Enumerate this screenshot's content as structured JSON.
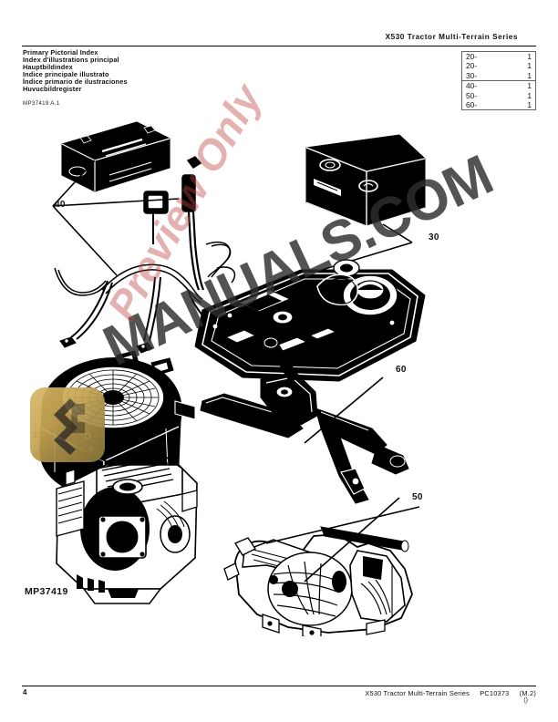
{
  "header": {
    "title": "X530 Tractor Multi-Terrain Series",
    "index_titles": [
      "Primary Pictorial Index",
      "Index d'illustrations principal",
      "Hauptbildindex",
      "Indice principale illustrato",
      "Índice primario de ilustraciones",
      "Huvucbildregister"
    ],
    "figure_code": "MP37419 A.1"
  },
  "ref_table": {
    "rows": [
      {
        "section": "20-",
        "page": "1"
      },
      {
        "section": "20-",
        "page": "1"
      },
      {
        "section": "30-",
        "page": "1"
      },
      {
        "section": "40-",
        "page": "1"
      },
      {
        "section": "50-",
        "page": "1"
      },
      {
        "section": "60-",
        "page": "1"
      }
    ],
    "divider_after_row": 3
  },
  "illustration": {
    "figure_label": "MP37419",
    "callouts": [
      {
        "id": "callout-40",
        "label": "40"
      },
      {
        "id": "callout-30",
        "label": "30"
      },
      {
        "id": "callout-60",
        "label": "60"
      },
      {
        "id": "callout-20",
        "label": "20"
      },
      {
        "id": "callout-50",
        "label": "50"
      }
    ]
  },
  "watermarks": {
    "primary": "MANUALS.COM",
    "preview": "Preview Only",
    "badge_glyph": "E",
    "badge_color": "#c9a651"
  },
  "footer": {
    "page_number": "4",
    "series": "X530 Tractor Multi-Terrain Series",
    "publication": "PC10373",
    "revision": "(M.2)",
    "mark": "()"
  }
}
